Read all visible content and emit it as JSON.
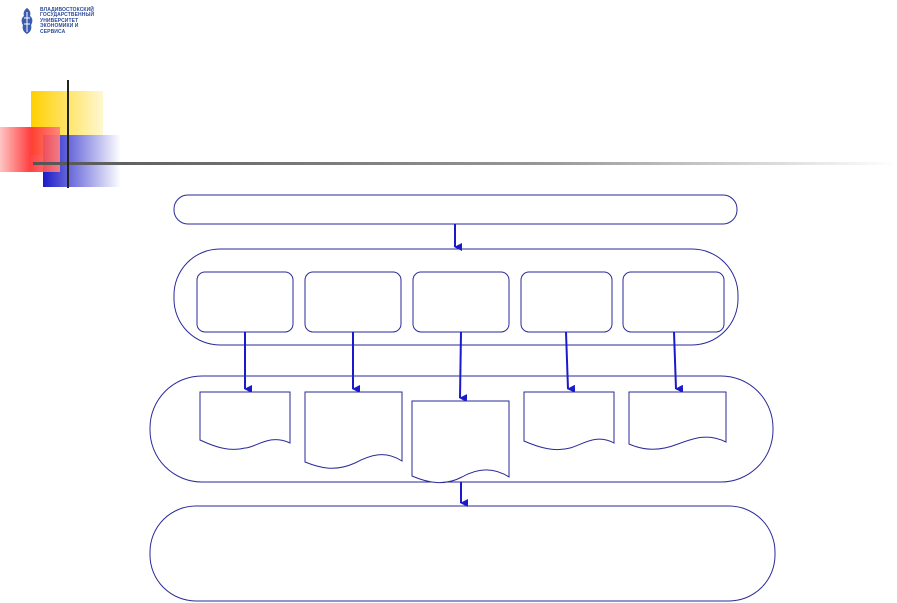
{
  "logo": {
    "lines": [
      "ВЛАДИВОСТОКСКИЙ",
      "ГОСУДАРСТВЕННЫЙ",
      "УНИВЕРСИТЕТ",
      "ЭКОНОМИКИ И",
      "СЕРВИСА"
    ]
  },
  "colors": {
    "connector": "#1a1acc",
    "outline": "#2a2a9a",
    "deco_yellow": "#ffd21a",
    "deco_red": "#ff3b3b",
    "deco_blue": "#2a2ad6"
  },
  "diagram": {
    "top_box": "",
    "row1_boxes": [
      "",
      "",
      "",
      "",
      ""
    ],
    "row2_documents": [
      "",
      "",
      "",
      "",
      ""
    ],
    "bottom_box": ""
  }
}
